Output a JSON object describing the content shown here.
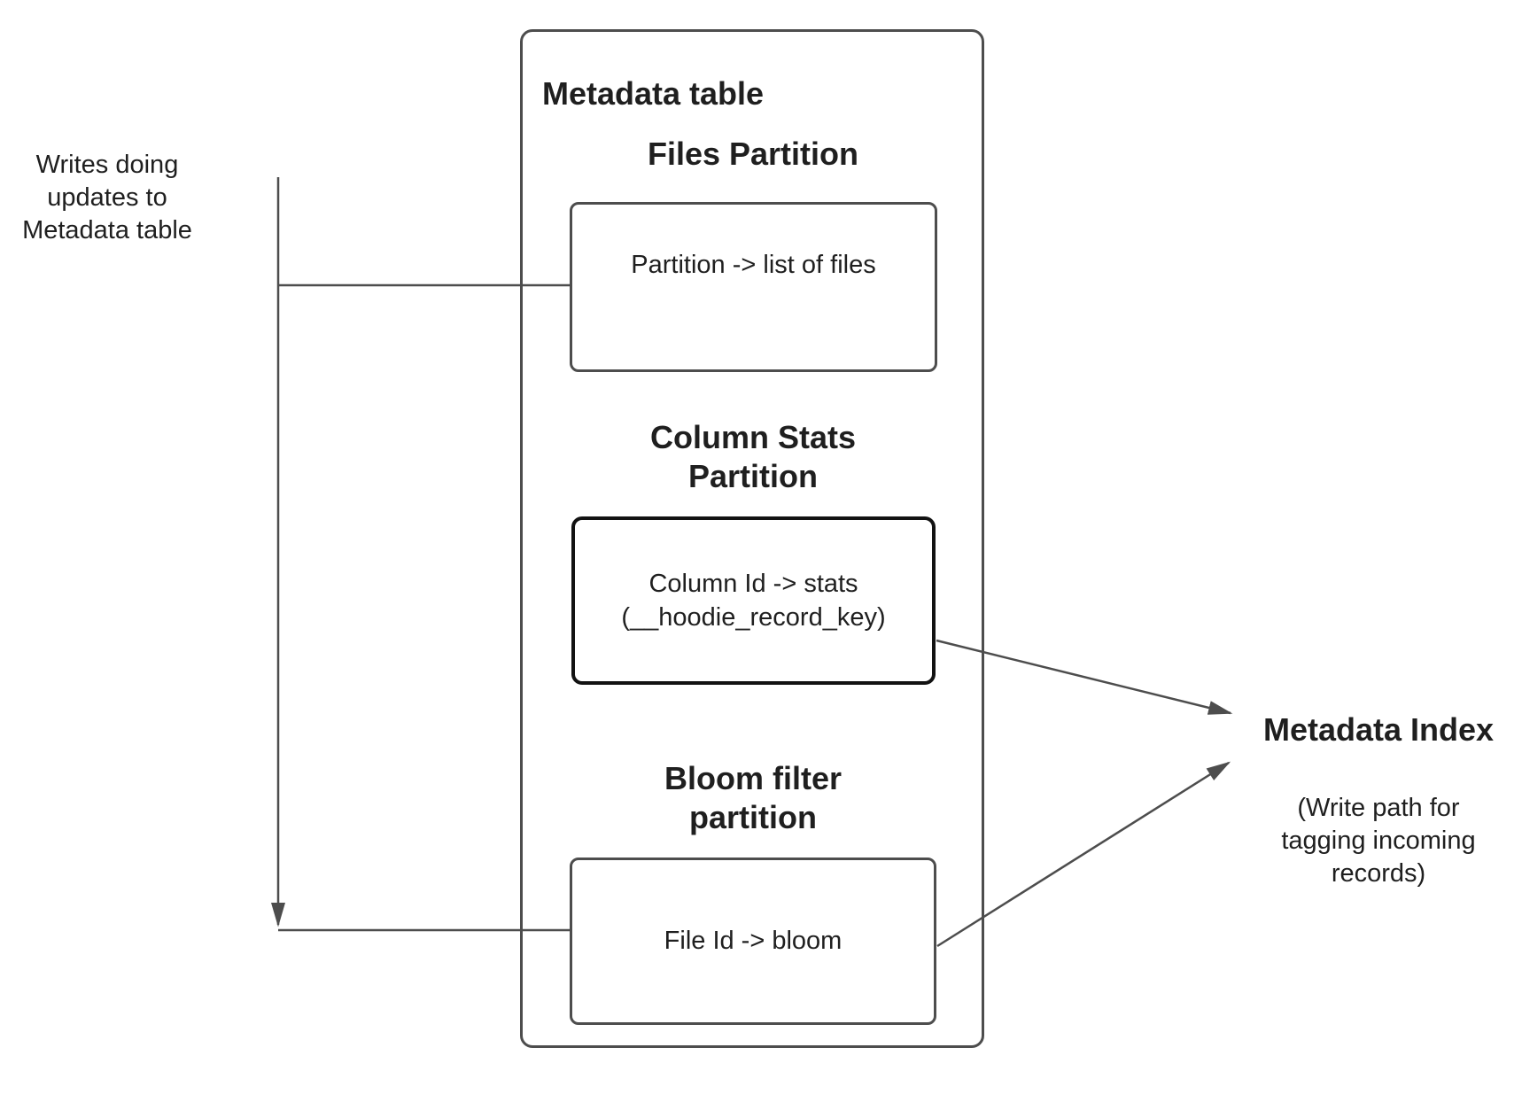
{
  "writes_note": "Writes doing\nupdates to\nMetadata table",
  "metadata_table": {
    "title": "Metadata table",
    "files_partition": {
      "heading": "Files Partition",
      "mapping": "Partition -> list of files"
    },
    "column_stats_partition": {
      "heading": "Column Stats\nPartition",
      "mapping": "Column Id  -> stats\n(__hoodie_record_key)"
    },
    "bloom_filter_partition": {
      "heading": "Bloom filter\npartition",
      "mapping": "File Id -> bloom"
    }
  },
  "metadata_index": {
    "title": "Metadata Index",
    "note": "(Write path for\ntagging incoming\nrecords)"
  },
  "colors": {
    "connector": "#4d4d4d",
    "box_border": "#4d4d4d",
    "stats_box_border": "#121212",
    "text": "#1f1f1f",
    "background": "#ffffff"
  }
}
